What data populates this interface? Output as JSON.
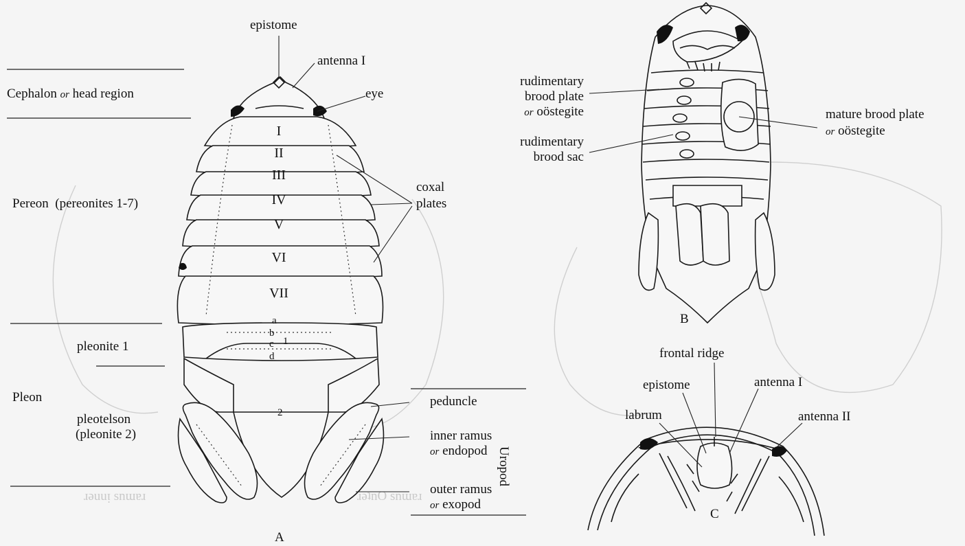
{
  "figure_a": {
    "labels": {
      "epistome": "epistome",
      "antenna_i": "antenna I",
      "eye": "eye",
      "coxal_plates_1": "coxal",
      "coxal_plates_2": "plates",
      "cephalon": "Cephalon",
      "cephalon_or": "or",
      "cephalon_rest": "head region",
      "pereon": "Pereon",
      "pereonites": "(pereonites 1-7)",
      "pleonite1": "pleonite 1",
      "pleon": "Pleon",
      "pleotelson": "pleotelson",
      "pleotelson_sub": "(pleonite 2)",
      "peduncle": "peduncle",
      "inner_ramus": "inner ramus",
      "endopod_or": "or",
      "endopod": "endopod",
      "outer_ramus": "outer ramus",
      "exopod_or": "or",
      "exopod": "exopod",
      "uropod": "Uropod",
      "panel_letter": "A"
    },
    "segments": [
      "I",
      "II",
      "III",
      "IV",
      "V",
      "VI",
      "VII"
    ],
    "pleon_segments": [
      "a",
      "b",
      "c",
      "d"
    ],
    "pleonite1_numeral": "1",
    "pleotelson_numeral": "2"
  },
  "figure_b": {
    "labels": {
      "rud_plate_1": "rudimentary",
      "rud_plate_2": "brood plate",
      "rud_plate_or": "or",
      "rud_plate_3": "oöstegite",
      "rud_sac_1": "rudimentary",
      "rud_sac_2": "brood sac",
      "mature_1": "mature brood plate",
      "mature_or": "or",
      "mature_2": "oöstegite",
      "panel_letter": "B"
    }
  },
  "figure_c": {
    "labels": {
      "frontal_ridge": "frontal ridge",
      "epistome": "epistome",
      "antenna_i": "antenna I",
      "labrum": "labrum",
      "antenna_ii": "antenna II",
      "panel_letter": "C"
    }
  }
}
